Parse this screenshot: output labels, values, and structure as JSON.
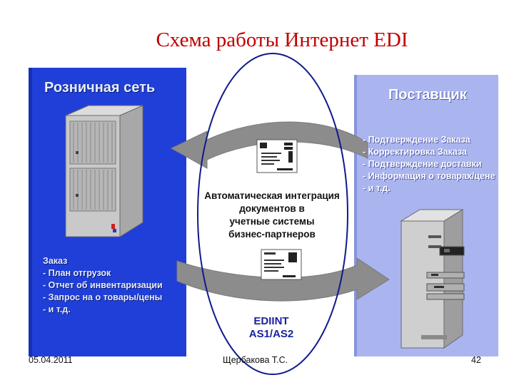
{
  "title": "Схема работы Интернет EDI",
  "retail": {
    "title": "Розничная сеть",
    "items": [
      "Заказ",
      "- План отгрузок",
      "- Отчет об инвентаризации",
      "- Запрос на о товары/цены",
      "- и т.д."
    ]
  },
  "supplier": {
    "title": "Поставщик",
    "items": [
      "- Подтверждение Заказа",
      "- Корректировка Заказа",
      "- Подтверждение доставки",
      "- Информация о товарах/цене",
      "- и т.д."
    ]
  },
  "center": {
    "lines": [
      "Автоматическая интеграция",
      "документов в",
      "учетные системы",
      "бизнес-партнеров"
    ]
  },
  "protocol": {
    "line1": "EDIINT",
    "line2": "AS1/AS2"
  },
  "footer": {
    "date": "05.04.2011",
    "author": "Щербакова Т.С.",
    "page": "42"
  },
  "colors": {
    "title": "#c00000",
    "retail_panel": "#1f3fd8",
    "supplier_panel": "#aab5f0",
    "ellipse": "#0f1a8c",
    "arrow": "#8c8c8c"
  }
}
